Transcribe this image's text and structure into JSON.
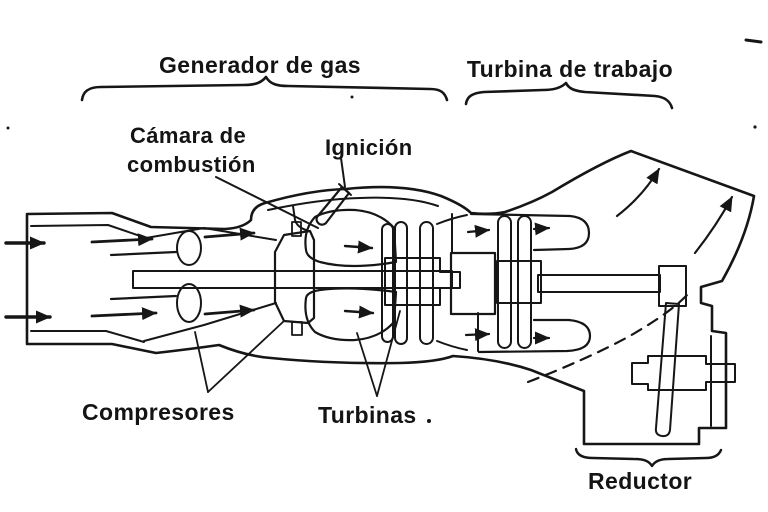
{
  "diagram": {
    "labels": {
      "gas_generator": "Generador de gas",
      "work_turbine": "Turbina de trabajo",
      "combustion_chamber_line1": "Cámara de",
      "combustion_chamber_line2": "combustión",
      "ignition": "Ignición",
      "compressors": "Compresores",
      "turbines": "Turbinas",
      "reducer": "Reductor"
    },
    "colors": {
      "ink": "#161616",
      "paper": "#ffffff"
    }
  }
}
